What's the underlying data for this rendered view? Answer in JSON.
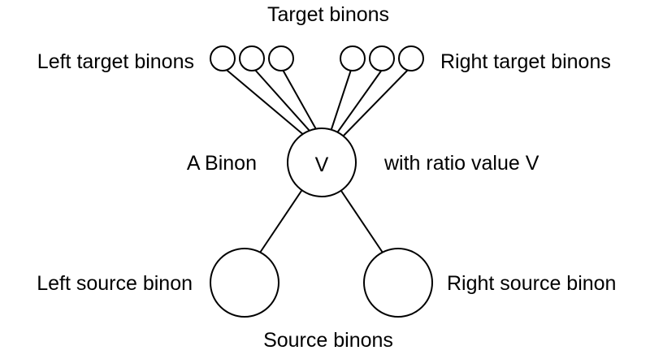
{
  "labels": {
    "target_binons": "Target binons",
    "left_target_binons": "Left target binons",
    "right_target_binons": "Right target binons",
    "a_binon": "A Binon",
    "ratio_value": "with ratio value V",
    "binon_symbol": "V",
    "left_source_binon": "Left source binon",
    "right_source_binon": "Right source binon",
    "source_binons": "Source binons"
  },
  "colors": {
    "stroke": "#000000",
    "background": "#ffffff"
  }
}
